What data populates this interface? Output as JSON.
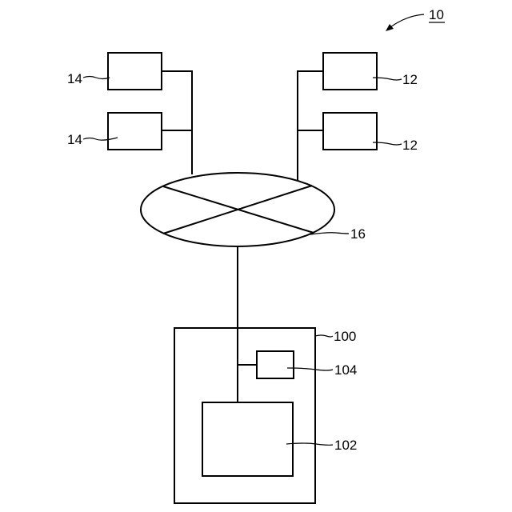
{
  "labels": {
    "system": "10",
    "terminal_left_top": "14",
    "terminal_left_bottom": "14",
    "terminal_right_top": "12",
    "terminal_right_bottom": "12",
    "network": "16",
    "server": "100",
    "server_unit_small": "104",
    "server_unit_large": "102"
  }
}
